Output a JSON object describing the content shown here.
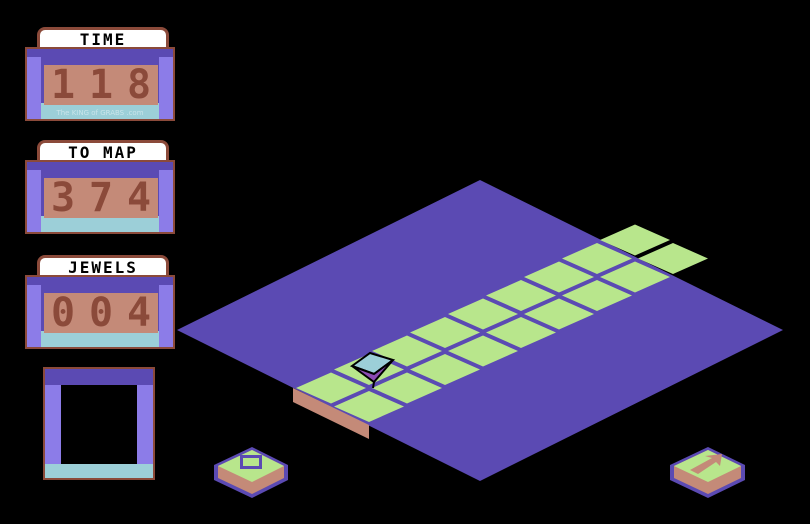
{
  "hud": {
    "time": {
      "label": "TIME",
      "digits": [
        "1",
        "1",
        "8"
      ]
    },
    "to_map": {
      "label": "TO MAP",
      "digits": [
        "3",
        "7",
        "4"
      ]
    },
    "jewels": {
      "label": "JEWELS",
      "digits": [
        "0",
        "0",
        "4"
      ]
    },
    "watermark": "The KING of GRABS .com"
  },
  "colors": {
    "water": "#5b4ab3",
    "tile": "#b8e68c",
    "edge": "#c48a78",
    "jewel_top": "#9ccfd8",
    "jewel_bottom": "#8b4ab3"
  },
  "controls": {
    "left_icon": "map-square-icon",
    "right_icon": "arrow-icon"
  }
}
